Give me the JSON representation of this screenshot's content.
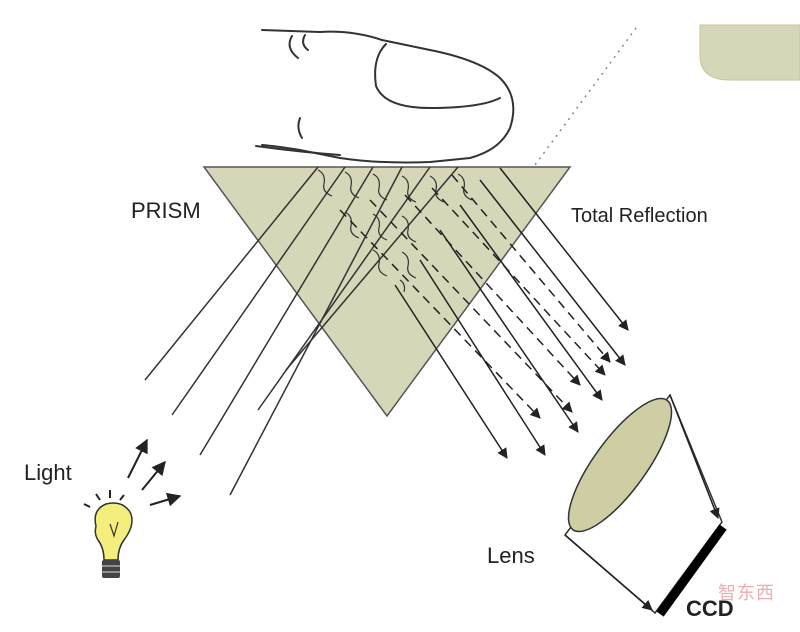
{
  "labels": {
    "prism": "PRISM",
    "total_reflection": "Total Reflection",
    "light": "Light",
    "lens": "Lens",
    "ccd": "CCD"
  },
  "watermark": {
    "text": "智东西"
  },
  "colors": {
    "prism_fill": "#d6d7b9",
    "lens_fill": "#cfcda4",
    "ccd_bar": "#000000",
    "bulb_fill": "#f4ee7c",
    "dashed_tan": "#cdc9a7"
  }
}
